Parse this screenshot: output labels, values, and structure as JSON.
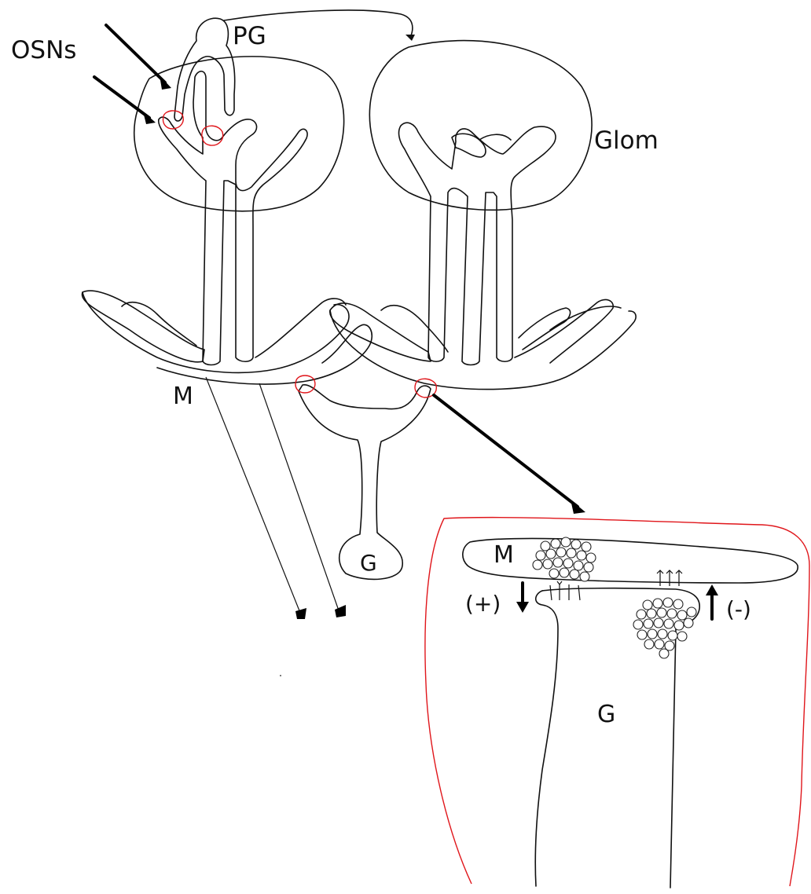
{
  "labels": {
    "osns": "OSNs",
    "pg": "PG",
    "glom": "Glom",
    "m_main": "M",
    "g_main": "G",
    "m_inset": "M",
    "g_inset": "G",
    "plus": "(+)",
    "minus": "(-)"
  },
  "colors": {
    "line": "#111111",
    "highlight": "#e0161b",
    "background": "#ffffff"
  }
}
